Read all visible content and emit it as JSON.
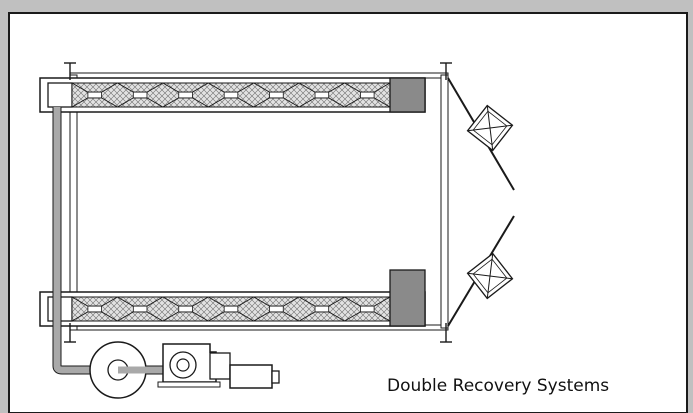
{
  "caption": "Double Recovery Systems",
  "colors": {
    "frame": "#c0c0c0",
    "panel": "#ffffff",
    "outline": "#1a1a1a",
    "filter_block": "#8a8a8a",
    "duct": "#a9a9a9",
    "mesh_fill": "#dcdcdc"
  },
  "components": {
    "spray_booth": {
      "label": ""
    },
    "filter_modules": {
      "count": 2,
      "chambers_per_module": 7
    },
    "exit_doors": {
      "count": 2
    },
    "recovery_fan": {
      "label": ""
    },
    "blower_motor": {
      "label": ""
    }
  }
}
